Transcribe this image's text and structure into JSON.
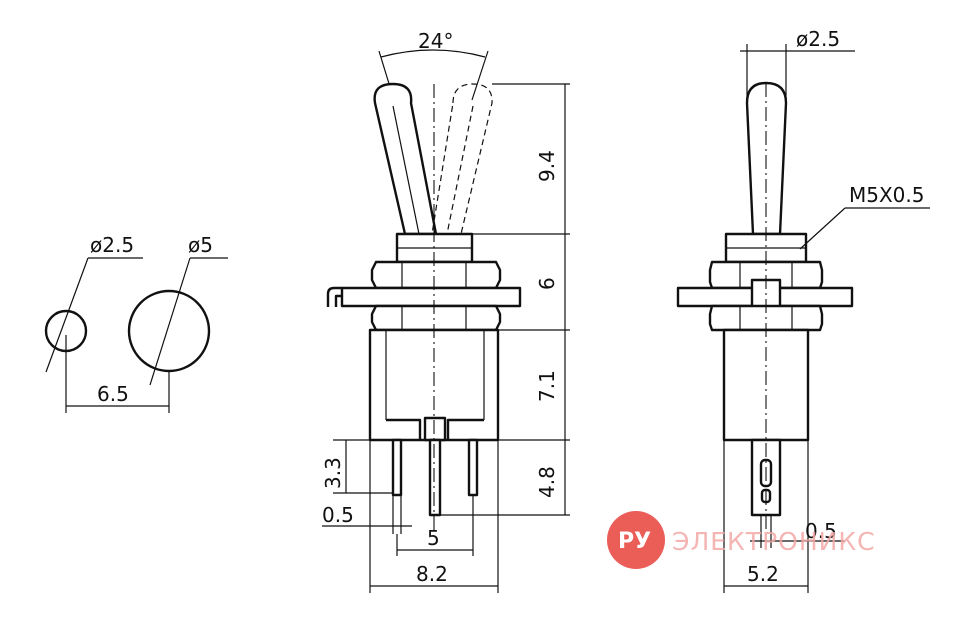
{
  "drawing": {
    "hole_view": {
      "small_hole_label": "ø2.5",
      "large_hole_label": "ø5",
      "spacing_label": "6.5"
    },
    "front_view": {
      "angle_label": "24°",
      "lever_height_label": "9.4",
      "bushing_height_label": "6",
      "body_height_label": "7.1",
      "pin_length_label": "4.8",
      "pin_offset_label": "3.3",
      "pin_thickness_label": "0.5",
      "pin_pitch_label": "5",
      "body_width_label": "8.2"
    },
    "side_view": {
      "lever_diameter_label": "ø2.5",
      "thread_label": "M5X0.5",
      "pin_width_label": "0.5",
      "body_depth_label": "5.2"
    }
  },
  "watermark": {
    "logo_text": "РУ",
    "brand_text": "ЭЛЕКТРОНИКС",
    "logo_color": "#e8413a",
    "text_color": "#f3a9a6"
  }
}
